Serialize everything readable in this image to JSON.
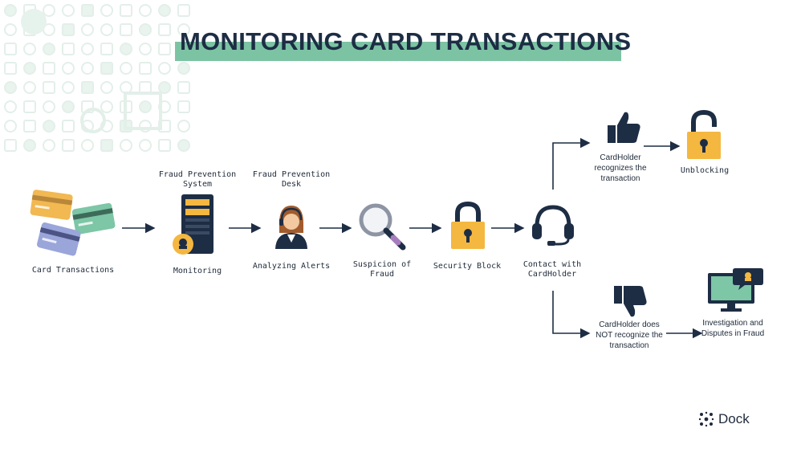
{
  "title": "MONITORING CARD TRANSACTIONS",
  "nodes": {
    "card_transactions": "Card Transactions",
    "fraud_prevention_system": "Fraud Prevention System",
    "monitoring": "Monitoring",
    "fraud_prevention_desk": "Fraud Prevention Desk",
    "analyzing_alerts": "Analyzing Alerts",
    "suspicion_of_fraud": "Suspicion of Fraud",
    "security_block": "Security Block",
    "contact_with_cardholder": "Contact with CardHolder",
    "cardholder_recognizes": "CardHolder recognizes the transaction",
    "unblocking": "Unblocking",
    "cardholder_not_recognize": "CardHolder does NOT recognize the transaction",
    "investigation": "Investigation and Disputes in Fraud"
  },
  "logo": {
    "text": "Dock"
  },
  "colors": {
    "navy": "#1d2d44",
    "accent_green": "#7cc3a4",
    "lock_orange": "#f4b740",
    "deco_tint": "#e6f2ec"
  }
}
